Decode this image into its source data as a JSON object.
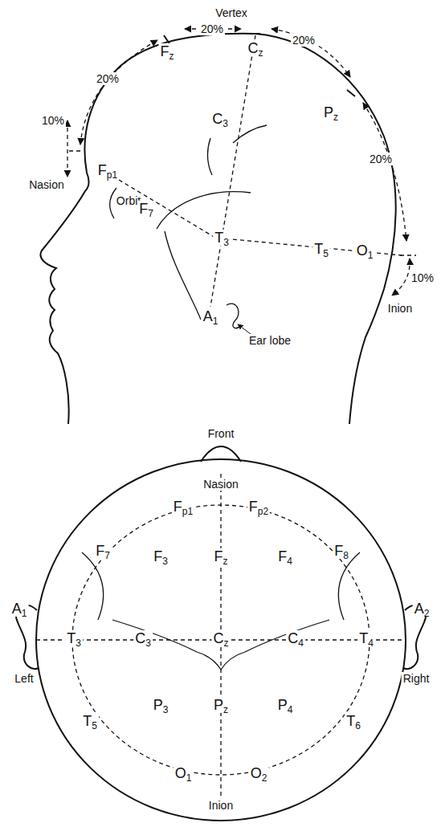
{
  "diagram": {
    "labels": [
      "Vertex",
      "Fz",
      "20%",
      "Cz",
      "20%",
      "20%",
      "C3",
      "Pz",
      "20%",
      "10%",
      "Fp1",
      "Nasion",
      "Orbit",
      "F7",
      "T3",
      "T5",
      "O1",
      "10%",
      "Inion",
      "A1",
      "Ear lobe",
      "Front",
      "Nasion",
      "Fp1",
      "Fp2",
      "F7",
      "F3",
      "Fz",
      "F4",
      "F8",
      "A1",
      "T3",
      "C3",
      "Cz",
      "C4",
      "T4",
      "A2",
      "Left",
      "Right",
      "P3",
      "Pz",
      "P4",
      "T5",
      "T6",
      "O1",
      "O2",
      "Inion"
    ]
  }
}
